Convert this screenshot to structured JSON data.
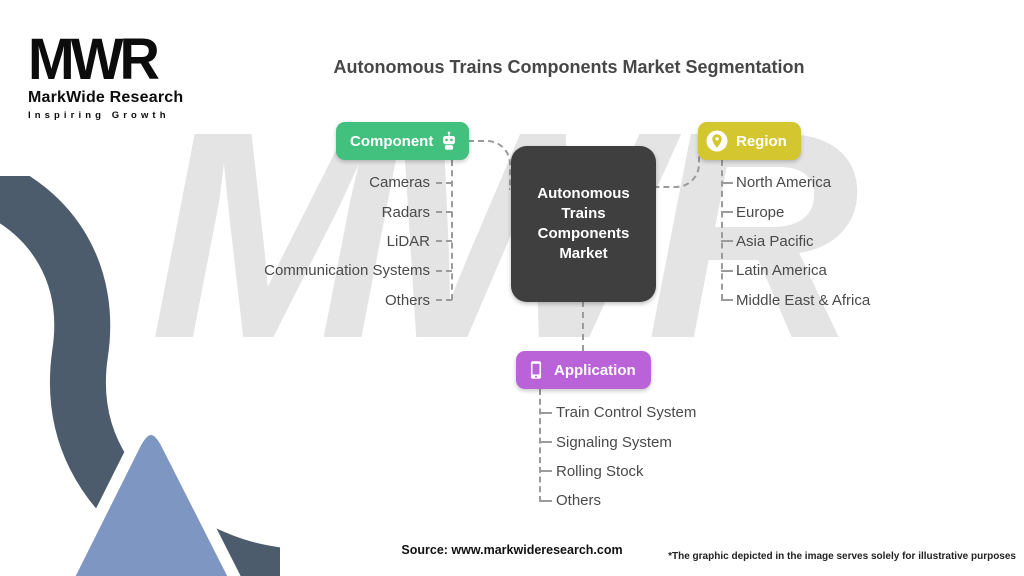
{
  "title": "Autonomous Trains Components Market Segmentation",
  "logo": {
    "brand": "MWR",
    "name": "MarkWide Research",
    "tagline": "Inspiring Growth"
  },
  "watermark": "MWR",
  "center_node": {
    "label": "Autonomous Trains Components Market",
    "color": "#3f3f3f"
  },
  "branches": {
    "component": {
      "label": "Component",
      "color": "#41c17d",
      "icon": "robot-icon",
      "items": [
        "Cameras",
        "Radars",
        "LiDAR",
        "Communication Systems",
        "Others"
      ]
    },
    "region": {
      "label": "Region",
      "color": "#d3c62e",
      "icon": "map-pin-icon",
      "items": [
        "North America",
        "Europe",
        "Asia Pacific",
        "Latin America",
        "Middle East & Africa"
      ]
    },
    "application": {
      "label": "Application",
      "color": "#ba63d9",
      "icon": "phone-icon",
      "items": [
        "Train Control System",
        "Signaling System",
        "Rolling Stock",
        "Others"
      ]
    }
  },
  "footer": {
    "source": "Source: www.markwideresearch.com",
    "disclaimer": "*The graphic depicted in the image serves solely for illustrative purposes"
  }
}
